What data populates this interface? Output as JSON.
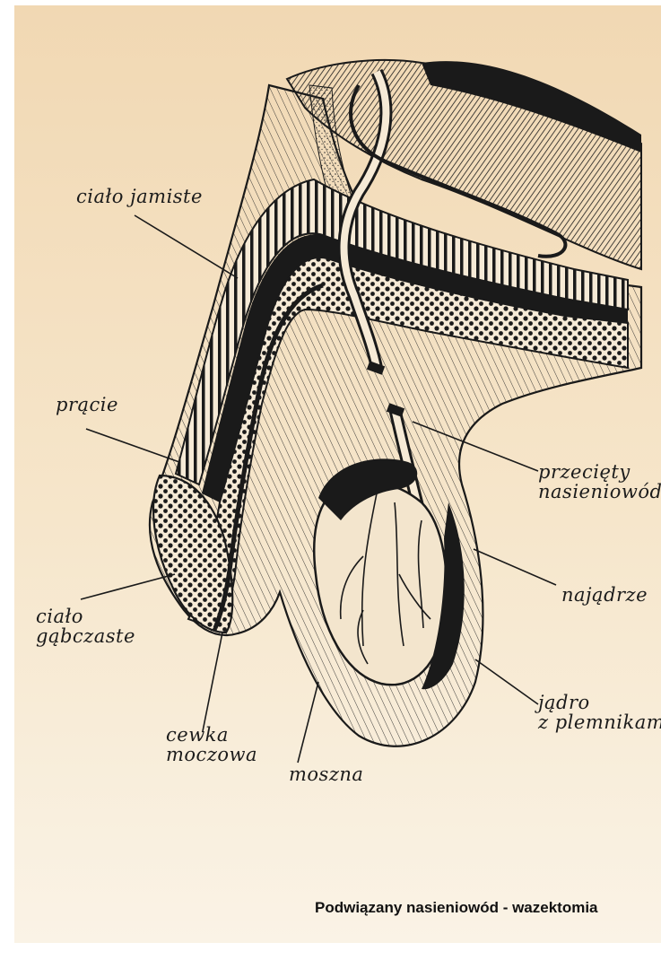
{
  "labels": {
    "corpus_cavernosum": "ciało jamiste",
    "penis": "prącie",
    "vas_cut": "przecięty\nnasieniowód",
    "testis": "najądrze",
    "corpus_spongiosum": "ciało\ngąbczaste",
    "urethra": "cewka\nmoczowa",
    "scrotum": "moszna",
    "testicle_sperm": "jądro\nz plemnikami"
  },
  "caption": "Podwiązany nasieniowód - wazektomia",
  "colors": {
    "paper": "#f2dcbb",
    "ink": "#1a1a1a"
  }
}
